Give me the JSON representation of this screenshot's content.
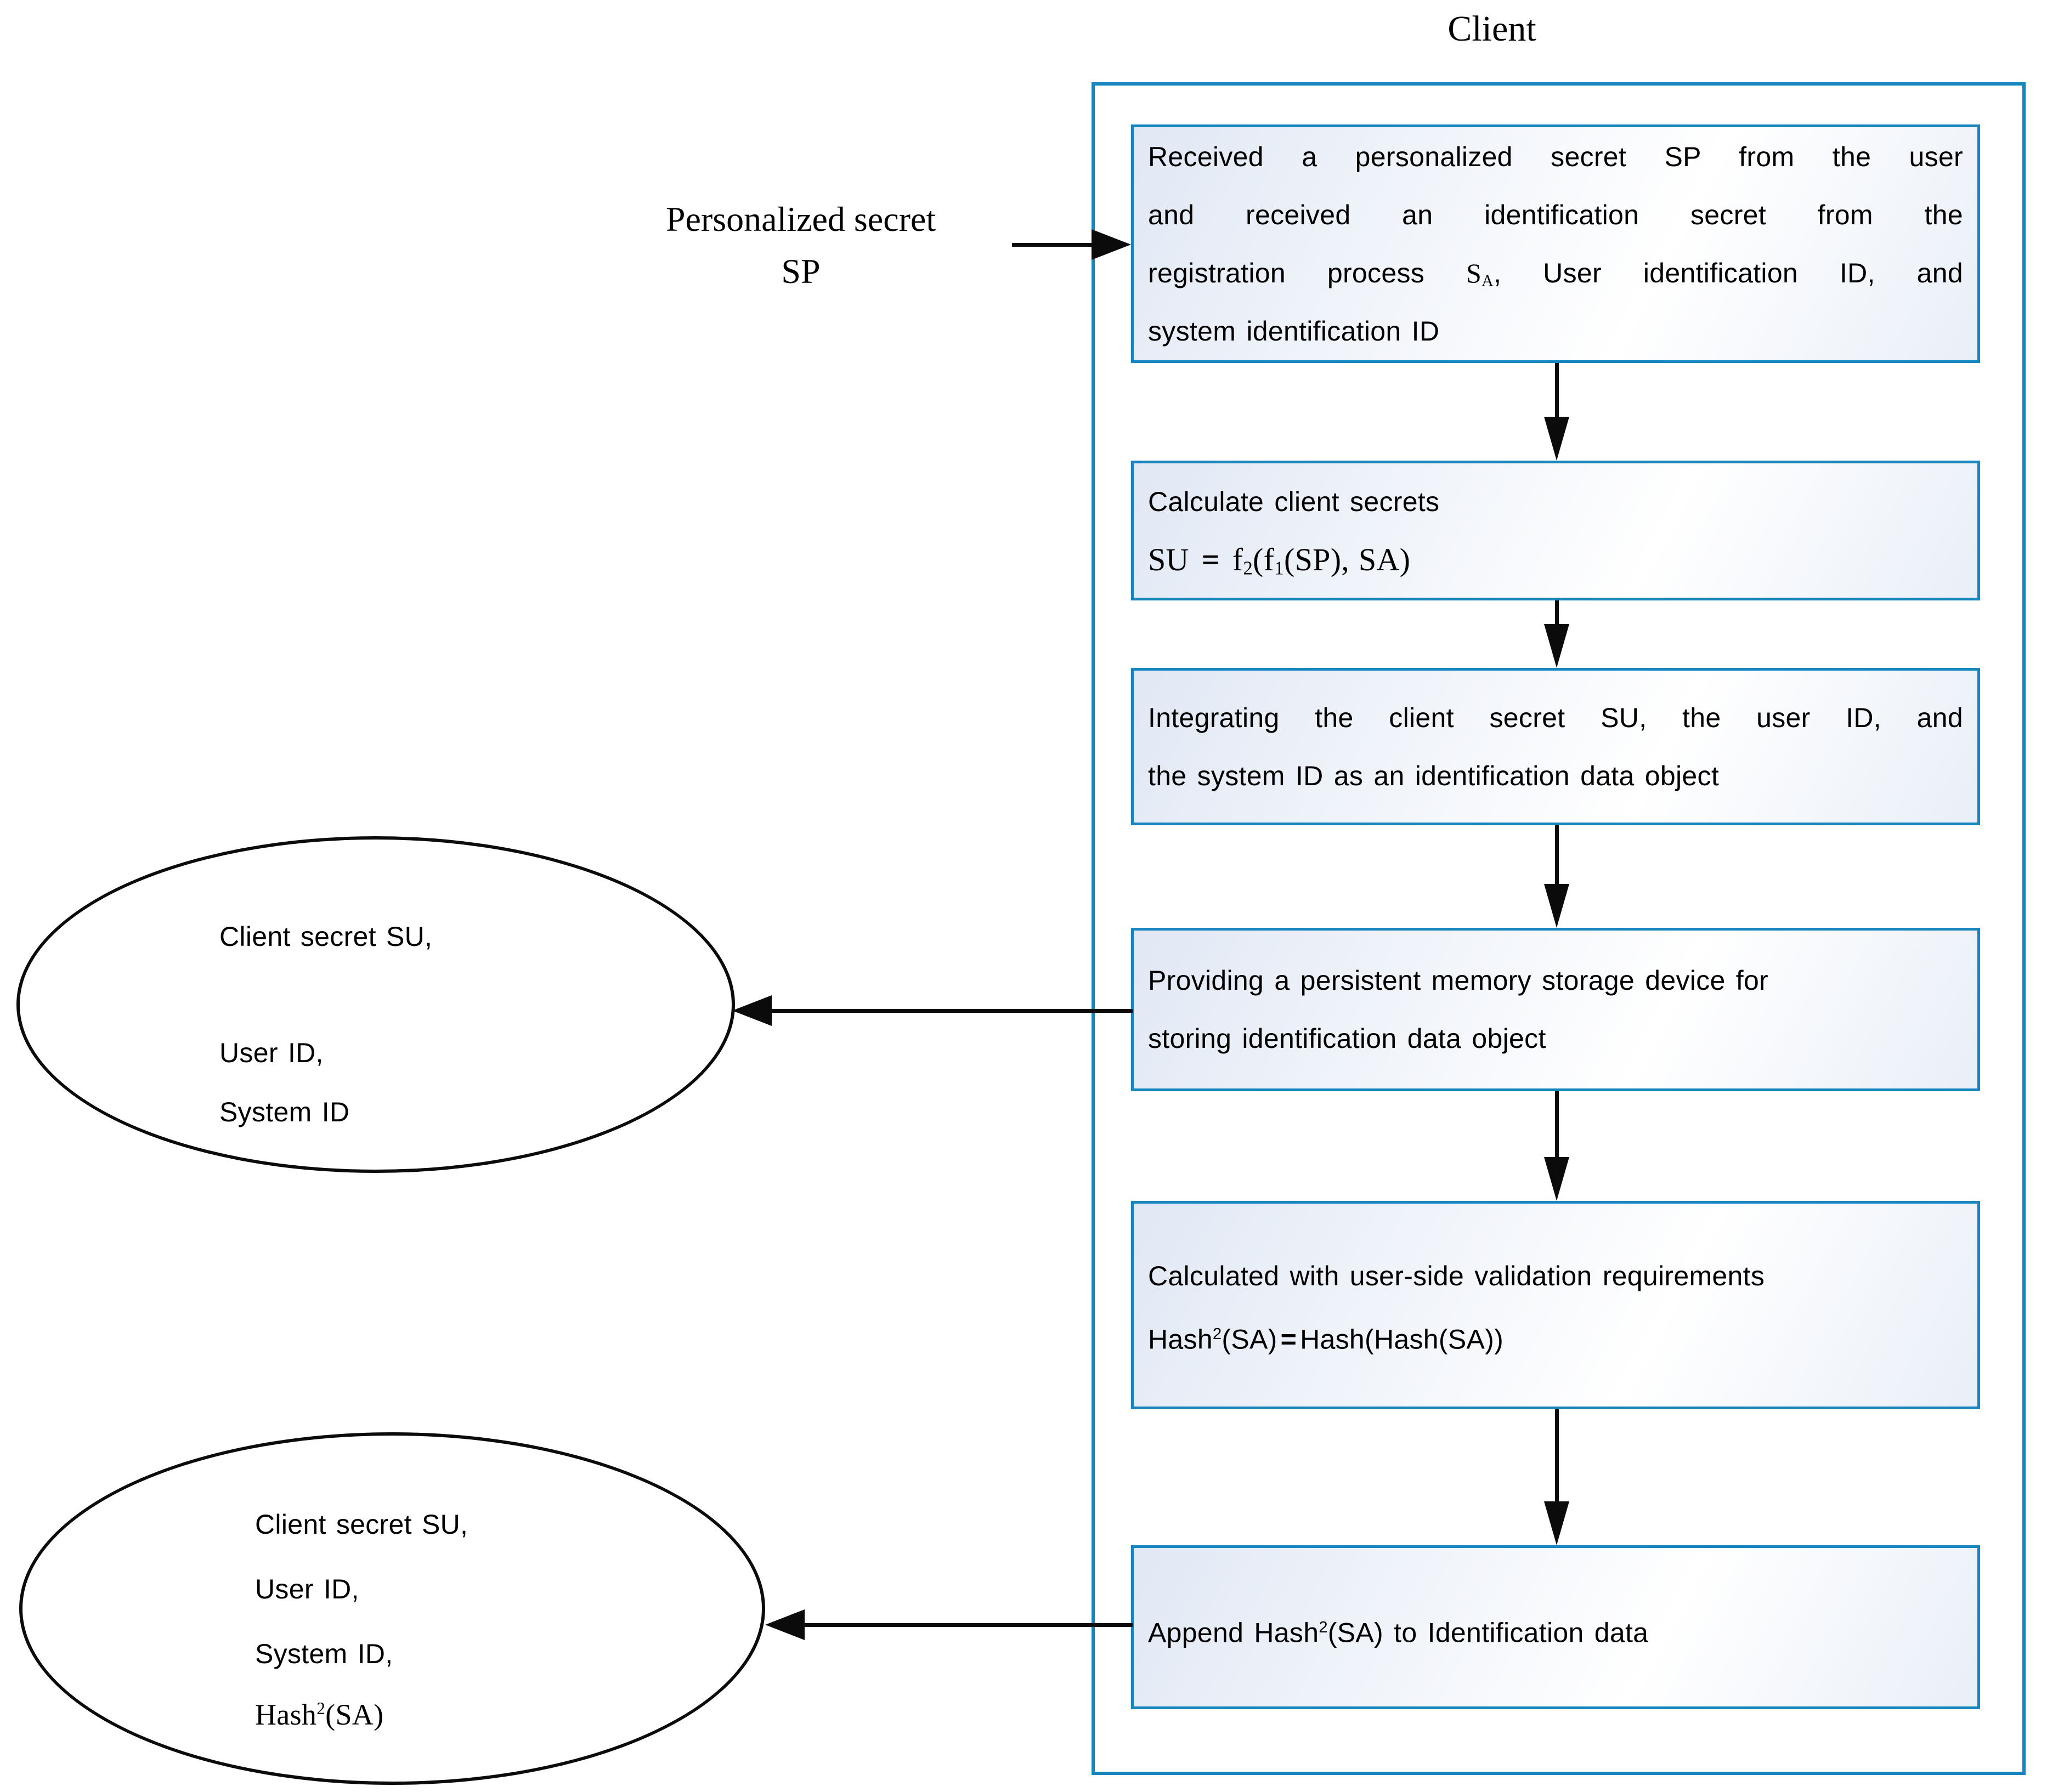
{
  "title": "Client",
  "colors": {
    "accent_blue": "#1786be",
    "line_black": "#0b0b0b"
  },
  "input_label": {
    "line1": "Personalized secret",
    "line2": "SP"
  },
  "client_panel": {
    "boxes": [
      {
        "name": "box-received-secrets",
        "lines": [
          {
            "fill": true,
            "segs": [
              {
                "t": "Received a personalized secret SP from the user"
              }
            ]
          },
          {
            "fill": true,
            "segs": [
              {
                "t": "and received an identification secret from the"
              }
            ]
          },
          {
            "fill": true,
            "segs": [
              {
                "t": "registration process "
              },
              {
                "t": "S",
                "c": "serif"
              },
              {
                "t": "A",
                "c": "serif sub"
              },
              {
                "t": ", User identification ID, and"
              }
            ]
          },
          {
            "fill": false,
            "segs": [
              {
                "t": "system identification ID"
              }
            ]
          }
        ]
      },
      {
        "name": "box-calculate-client-secrets",
        "lines": [
          {
            "fill": false,
            "segs": [
              {
                "t": "Calculate client secrets"
              }
            ]
          },
          {
            "fill": false,
            "cls": "eq-serif",
            "segs": [
              {
                "t": "SU "
              },
              {
                "t": "=",
                "c": "eq"
              },
              {
                "t": " f"
              },
              {
                "t": "2",
                "c": "sub"
              },
              {
                "t": "(f"
              },
              {
                "t": "1",
                "c": "sub"
              },
              {
                "t": "(SP), SA)"
              }
            ]
          }
        ]
      },
      {
        "name": "box-integrate-identification-data",
        "lines": [
          {
            "fill": true,
            "segs": [
              {
                "t": "Integrating the client secret SU, the user  ID, and"
              }
            ]
          },
          {
            "fill": false,
            "segs": [
              {
                "t": "the system ID as an identification data object"
              }
            ]
          }
        ]
      },
      {
        "name": "box-persistent-storage",
        "lines": [
          {
            "fill": false,
            "segs": [
              {
                "t": "Providing a persistent memory storage device for"
              }
            ]
          },
          {
            "fill": false,
            "segs": [
              {
                "t": "storing identification data object"
              }
            ]
          }
        ]
      },
      {
        "name": "box-user-side-validation",
        "lines": [
          {
            "fill": false,
            "segs": [
              {
                "t": "Calculated with user-side validation requirements"
              }
            ]
          },
          {
            "fill": false,
            "segs": [
              {
                "t": "Hash"
              },
              {
                "t": "2",
                "c": "sup"
              },
              {
                "t": "(SA)"
              },
              {
                "t": "=",
                "c": "eq"
              },
              {
                "t": "Hash(Hash(SA))"
              }
            ]
          }
        ]
      },
      {
        "name": "box-append-hash",
        "lines": [
          {
            "fill": false,
            "segs": [
              {
                "t": "Append Hash"
              },
              {
                "t": "2",
                "c": "sup"
              },
              {
                "t": "(SA) to Identification data"
              }
            ]
          }
        ]
      }
    ]
  },
  "data_stores": [
    {
      "name": "ellipse-identification-data",
      "lines": [
        {
          "segs": [
            {
              "t": "Client secret SU,"
            }
          ]
        },
        {
          "segs": [
            {
              "t": "User ID,"
            }
          ]
        },
        {
          "segs": [
            {
              "t": "System ID"
            }
          ]
        }
      ]
    },
    {
      "name": "ellipse-identification-data-with-hash",
      "lines": [
        {
          "segs": [
            {
              "t": "Client secret SU,"
            }
          ]
        },
        {
          "segs": [
            {
              "t": "User ID,"
            }
          ]
        },
        {
          "segs": [
            {
              "t": "System ID,"
            }
          ]
        },
        {
          "segs": [
            {
              "t": "Hash",
              "c": "serif"
            },
            {
              "t": "2",
              "c": "serif sup"
            },
            {
              "t": "(SA)",
              "c": "serif"
            }
          ]
        }
      ]
    }
  ]
}
